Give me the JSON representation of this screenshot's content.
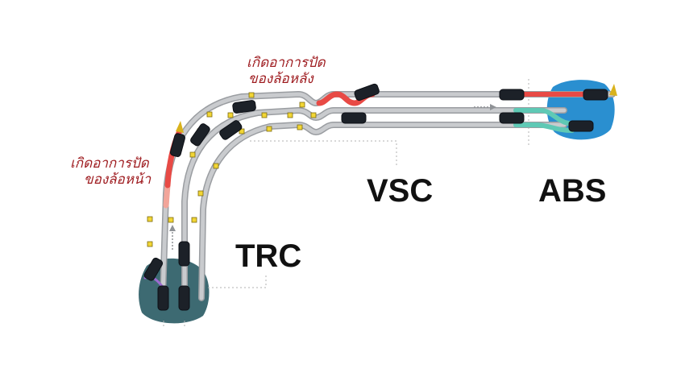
{
  "labels": {
    "trc": "TRC",
    "vsc": "VSC",
    "abs": "ABS"
  },
  "annotations": {
    "rear_line1": "เกิดอาการปัด",
    "rear_line2": "ของล้อหลัง",
    "front_line1": "เกิดอาการปัด",
    "front_line2": "ของล้อหน้า"
  },
  "colors": {
    "track": "#b9bcc0",
    "track_edge": "#9a9da1",
    "skid": "#e84a45",
    "skid_light": "#f2a59a",
    "corrected": "#5fc9b5",
    "trc_patch": "#3d6a72",
    "abs_patch": "#2a8fd0",
    "annotation": "#9e1b1f",
    "car": "#1c2128",
    "marker": "#f2d635"
  }
}
